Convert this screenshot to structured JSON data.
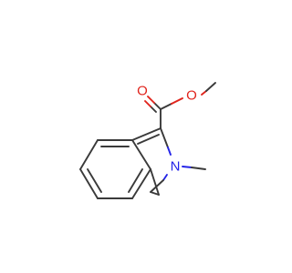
{
  "molecule": {
    "atoms": {
      "carbonyl_oxygen": {
        "symbol": "O",
        "color": "#e0241c"
      },
      "ester_oxygen": {
        "symbol": "O",
        "color": "#e0241c"
      },
      "ring_nitrogen": {
        "symbol": "N",
        "color": "#2424e8"
      }
    },
    "colors": {
      "bond": "#3a3a3a",
      "oxygen": "#e0241c",
      "nitrogen": "#2424e8",
      "background": "#ffffff"
    }
  }
}
